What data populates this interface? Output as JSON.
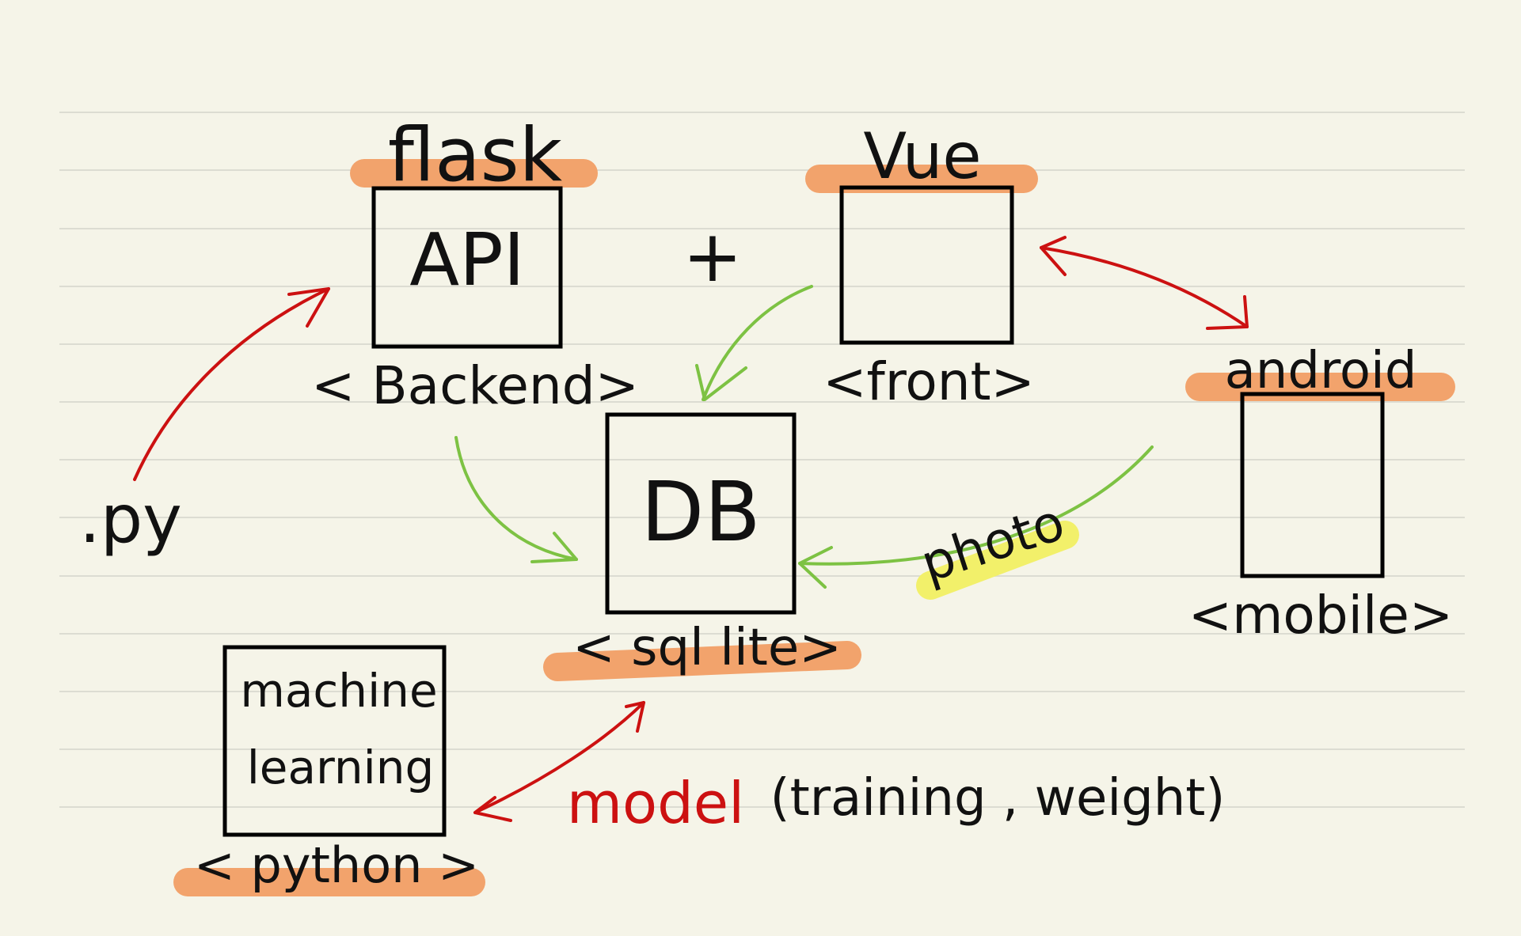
{
  "headings": {
    "flask": "flask",
    "vue": "Vue",
    "android": "android"
  },
  "boxes": {
    "api": "API",
    "db": "DB",
    "ml_line1": "machine",
    "ml_line2": "learning"
  },
  "labels": {
    "backend": "< Backend>",
    "front": "<front>",
    "mobile": "<mobile>",
    "sqlite": "< sql lite>",
    "python": "< python >",
    "py": ".py",
    "plus": "+",
    "photo": "photo",
    "model": "model",
    "model_detail": "(training , weight)"
  },
  "colors": {
    "paper": "#f5f4e8",
    "highlight_orange": "#f2a36c",
    "highlight_yellow": "#f2f06a",
    "arrow_red": "#cc1111",
    "arrow_green": "#7dc243"
  }
}
